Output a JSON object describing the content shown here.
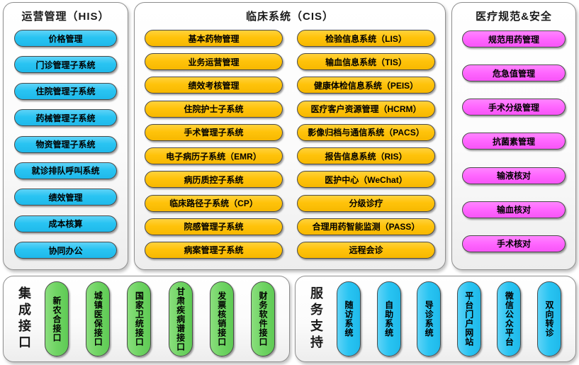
{
  "panels": {
    "his": {
      "title": "运营管理（HIS）",
      "color": "#29C4F2",
      "items": [
        "价格管理",
        "门诊管理子系统",
        "住院管理子系统",
        "药械管理子系统",
        "物资管理子系统",
        "就诊排队呼叫系统",
        "绩效管理",
        "成本核算",
        "协同办公"
      ]
    },
    "cis": {
      "title": "临床系统（CIS）",
      "color": "#FFC30B",
      "col1": [
        "基本药物管理",
        "业务运营管理",
        "绩效考核管理",
        "住院护士子系统",
        "手术管理子系统",
        "电子病历子系统（EMR）",
        "病历质控子系统",
        "临床路径子系统（CP）",
        "院感管理子系统",
        "病案管理子系统"
      ],
      "col2": [
        "检验信息系统（LIS）",
        "输血信息系统（TIS）",
        "健康体检信息系统（PEIS）",
        "医疗客户资源管理（HCRM）",
        "影像归档与通信系统（PACS）",
        "报告信息系统（RIS）",
        "医护中心（WeChat）",
        "分级诊疗",
        "合理用药智能监测（PASS）",
        "远程会诊"
      ]
    },
    "safety": {
      "title": "医疗规范&安全",
      "color": "#FF66FF",
      "items": [
        "规范用药管理",
        "危急值管理",
        "手术分级管理",
        "抗菌素管理",
        "输液核对",
        "输血核对",
        "手术核对"
      ]
    },
    "integration": {
      "title": "集成接口",
      "color": "#6FD463",
      "items": [
        "新农合接口",
        "城镇医保接口",
        "国家卫统接口",
        "甘肃疾病谱接口",
        "发票核销接口",
        "财务软件接口"
      ]
    },
    "service": {
      "title": "服务支持",
      "color": "#29C4F2",
      "items": [
        "随访系统",
        "自助系统",
        "导诊系统",
        "平台门户网站",
        "微信公众平台",
        "双向转诊"
      ]
    }
  }
}
